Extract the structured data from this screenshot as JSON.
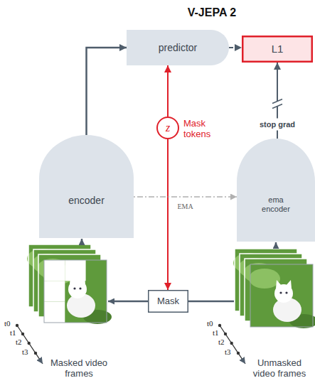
{
  "diagram": {
    "title": "V-JEPA 2",
    "nodes": [
      {
        "text": [
          "predictor"
        ]
      },
      {
        "text": [
          "L1"
        ]
      },
      {
        "text": [
          "z"
        ]
      },
      {
        "text": [
          "encoder"
        ]
      },
      {
        "text": [
          "ema encoder"
        ]
      },
      {
        "text": [
          "Mask"
        ]
      }
    ],
    "edges": [
      {
        "from": 3,
        "to": 0,
        "arrow": "to"
      },
      {
        "from": 0,
        "to": 1,
        "arrow": "to"
      },
      {
        "from": 2,
        "to": 0,
        "arrow": "to"
      },
      {
        "from": 4,
        "to": 1,
        "arrow": "to",
        "label": "stop grad"
      },
      {
        "from": 2,
        "to": 5,
        "arrow": "to"
      },
      {
        "from": 3,
        "to": 4,
        "arrow": "to",
        "label": "EMA"
      }
    ],
    "labels": [
      "Mask tokens",
      "t0",
      "t1",
      "t2",
      "t3",
      "Masked video frames",
      "t0",
      "t1",
      "t2",
      "t3",
      "Unmasked video frames"
    ]
  }
}
